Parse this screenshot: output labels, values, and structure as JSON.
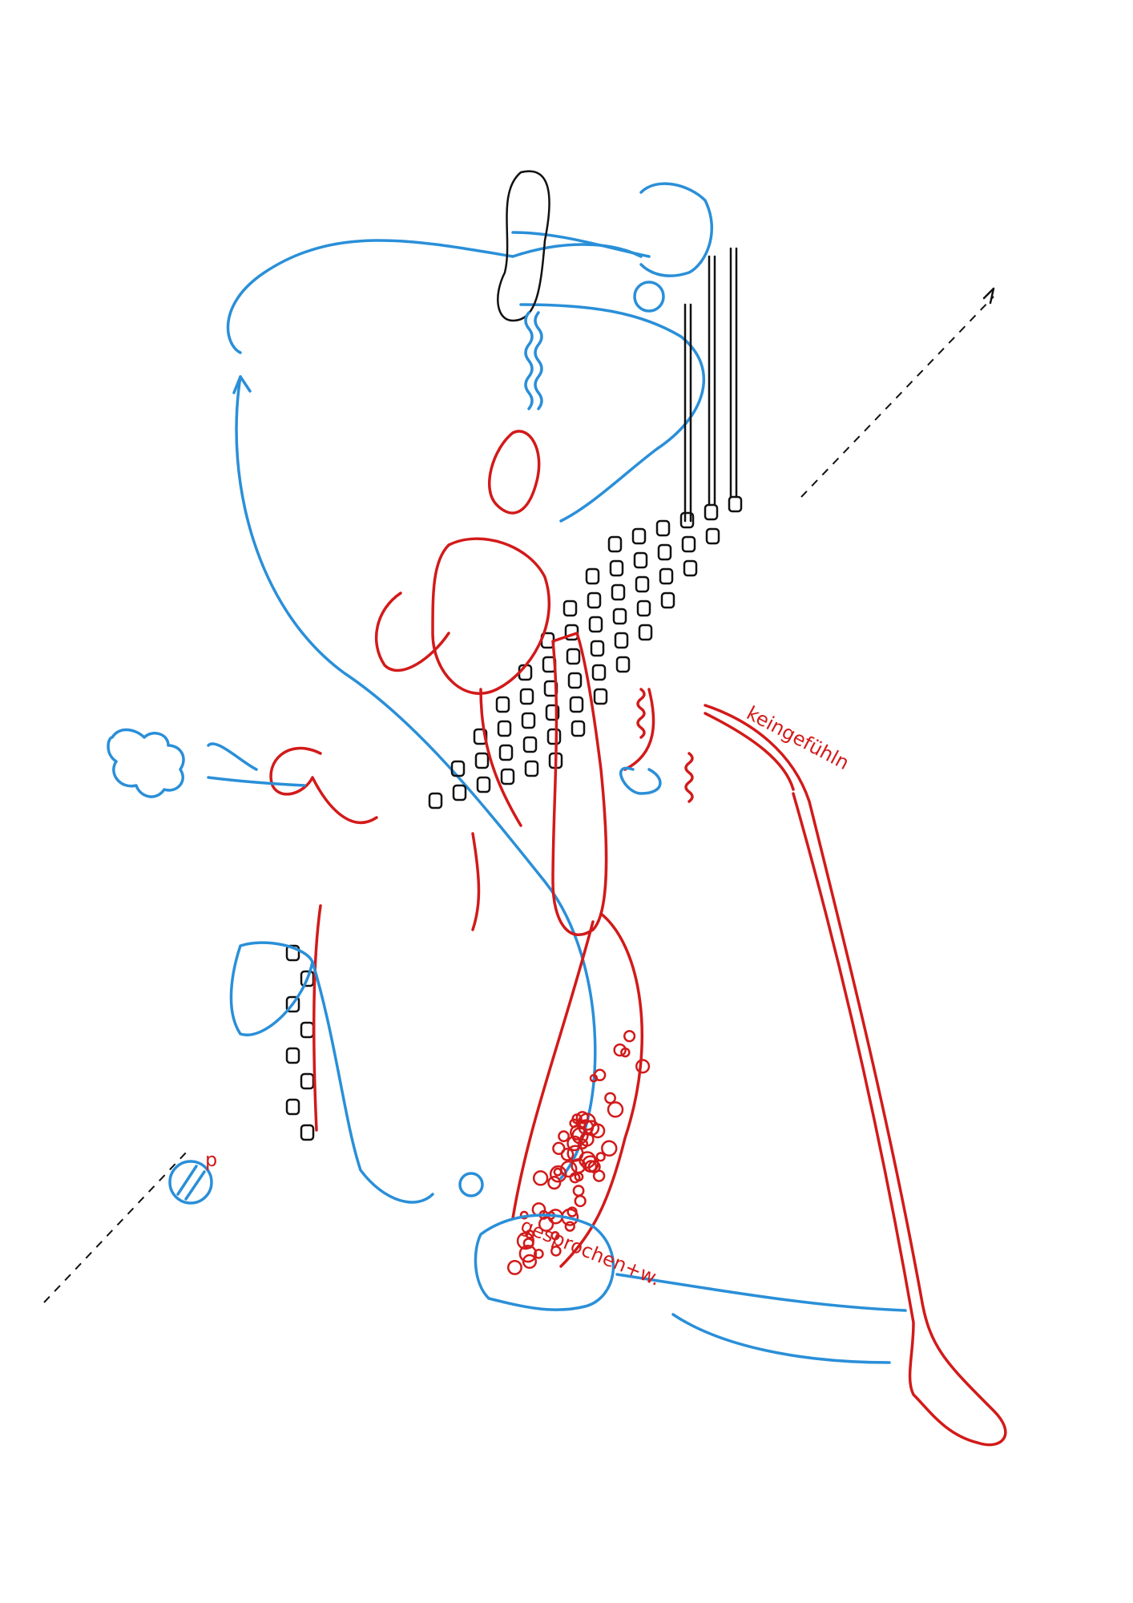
{
  "artwork": {
    "ink_colors": {
      "blue": "#2a8fd8",
      "red": "#d21a1a",
      "black": "#111111"
    },
    "labels": {
      "kein_gefuehl": "keingefühln",
      "gesprochen": "gesprochen+w.",
      "p": "p"
    }
  }
}
